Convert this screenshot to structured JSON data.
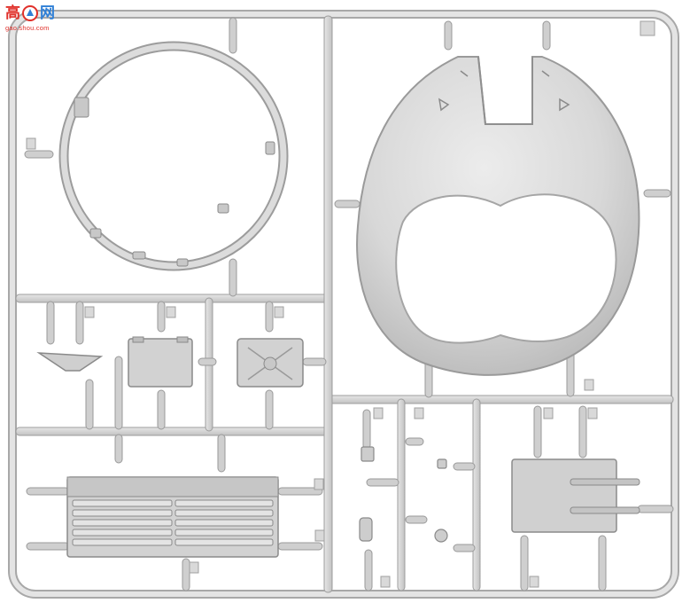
{
  "scene": {
    "subject": "sprue",
    "colors": {
      "background": "#ffffff",
      "plastic": "#d4d4d4",
      "plastic_light": "#e3e3e3",
      "plastic_dark": "#9a9a9a"
    }
  },
  "watermark": {
    "char_1": "高",
    "char_2": "网",
    "url": "gao.shou.com"
  }
}
